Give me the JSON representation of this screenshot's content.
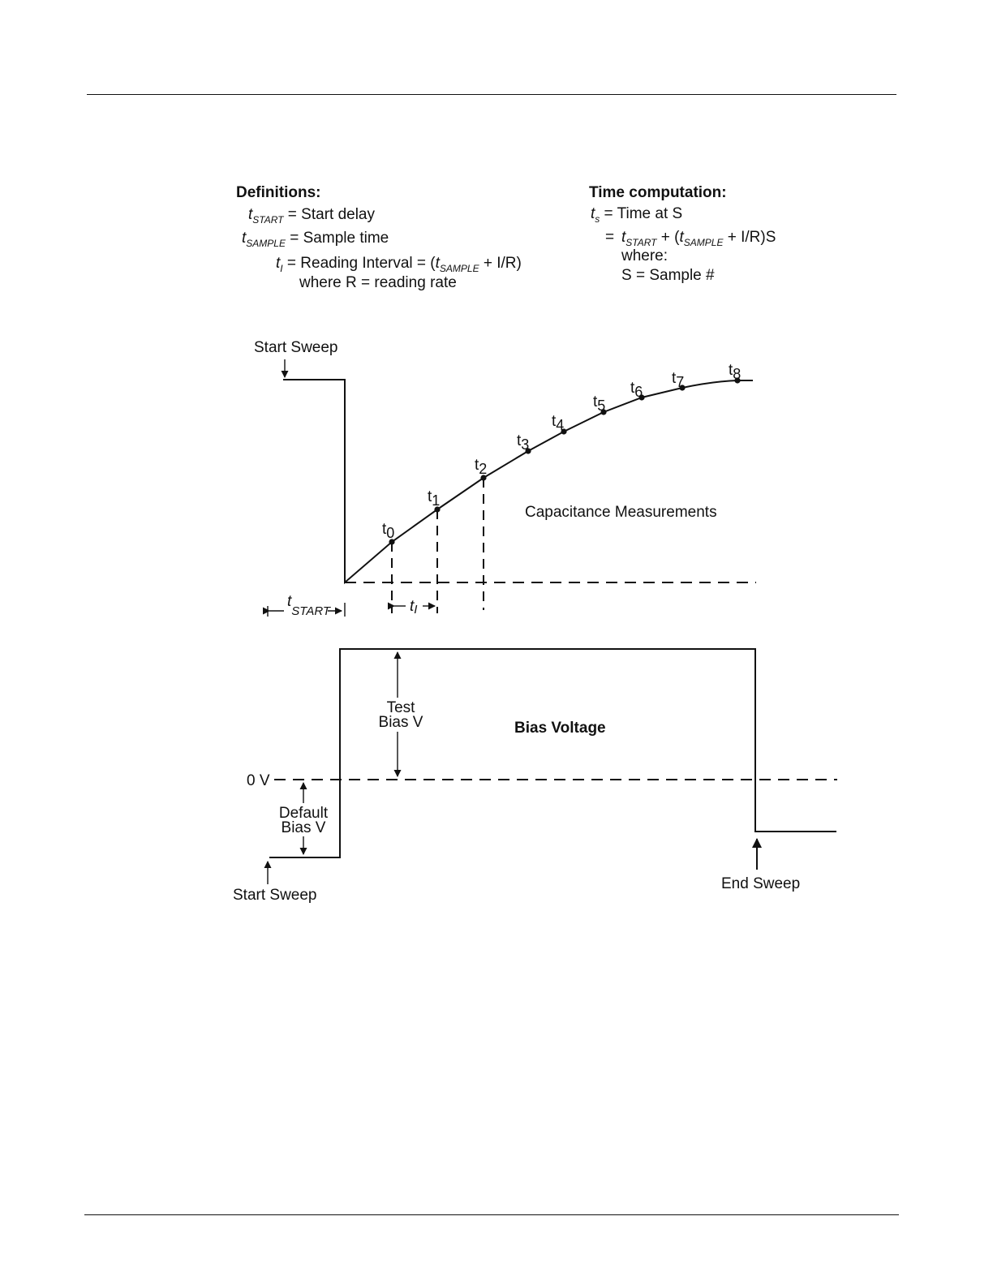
{
  "definitions": {
    "heading": "Definitions:",
    "start": {
      "symbol": "t",
      "subscript": "START",
      "text": " = Start delay"
    },
    "sample": {
      "symbol": "t",
      "subscript": "SAMPLE",
      "text": " = Sample time"
    },
    "interval": {
      "symbol": "t",
      "subscript": "I",
      "text": " = Reading Interval = ",
      "open": "(",
      "inner_symbol": "t",
      "inner_subscript": "SAMPLE",
      "tail": " + I/R)"
    },
    "where_rate": "where R = reading rate"
  },
  "time_computation": {
    "heading": "Time computation:",
    "ts_symbol": "t",
    "ts_subscript": "s",
    "ts_text": " = Time at S",
    "eq": "=",
    "term1_symbol": "t",
    "term1_subscript": "START",
    "plus": " + (",
    "term2_symbol": "t",
    "term2_subscript": "SAMPLE",
    "term_tail": " + I/R)S",
    "where": "where:",
    "sample_num": "S = Sample #"
  },
  "capacitance": {
    "start_sweep": "Start Sweep",
    "title": "Capacitance Measurements",
    "points": [
      {
        "t": "t",
        "n": "0"
      },
      {
        "t": "t",
        "n": "1"
      },
      {
        "t": "t",
        "n": "2"
      },
      {
        "t": "t",
        "n": "3"
      },
      {
        "t": "t",
        "n": "4"
      },
      {
        "t": "t",
        "n": "5"
      },
      {
        "t": "t",
        "n": "6"
      },
      {
        "t": "t",
        "n": "7"
      },
      {
        "t": "t",
        "n": "8"
      }
    ],
    "t_start_symbol": "t",
    "t_start_sub": "START",
    "t_i_symbol": "t",
    "t_i_sub": "I"
  },
  "bias": {
    "title": "Bias Voltage",
    "test_line1": "Test",
    "test_line2": "Bias V",
    "zero": "0 V",
    "default_line1": "Default",
    "default_line2": "Bias V",
    "start_sweep": "Start Sweep",
    "end_sweep": "End Sweep"
  }
}
